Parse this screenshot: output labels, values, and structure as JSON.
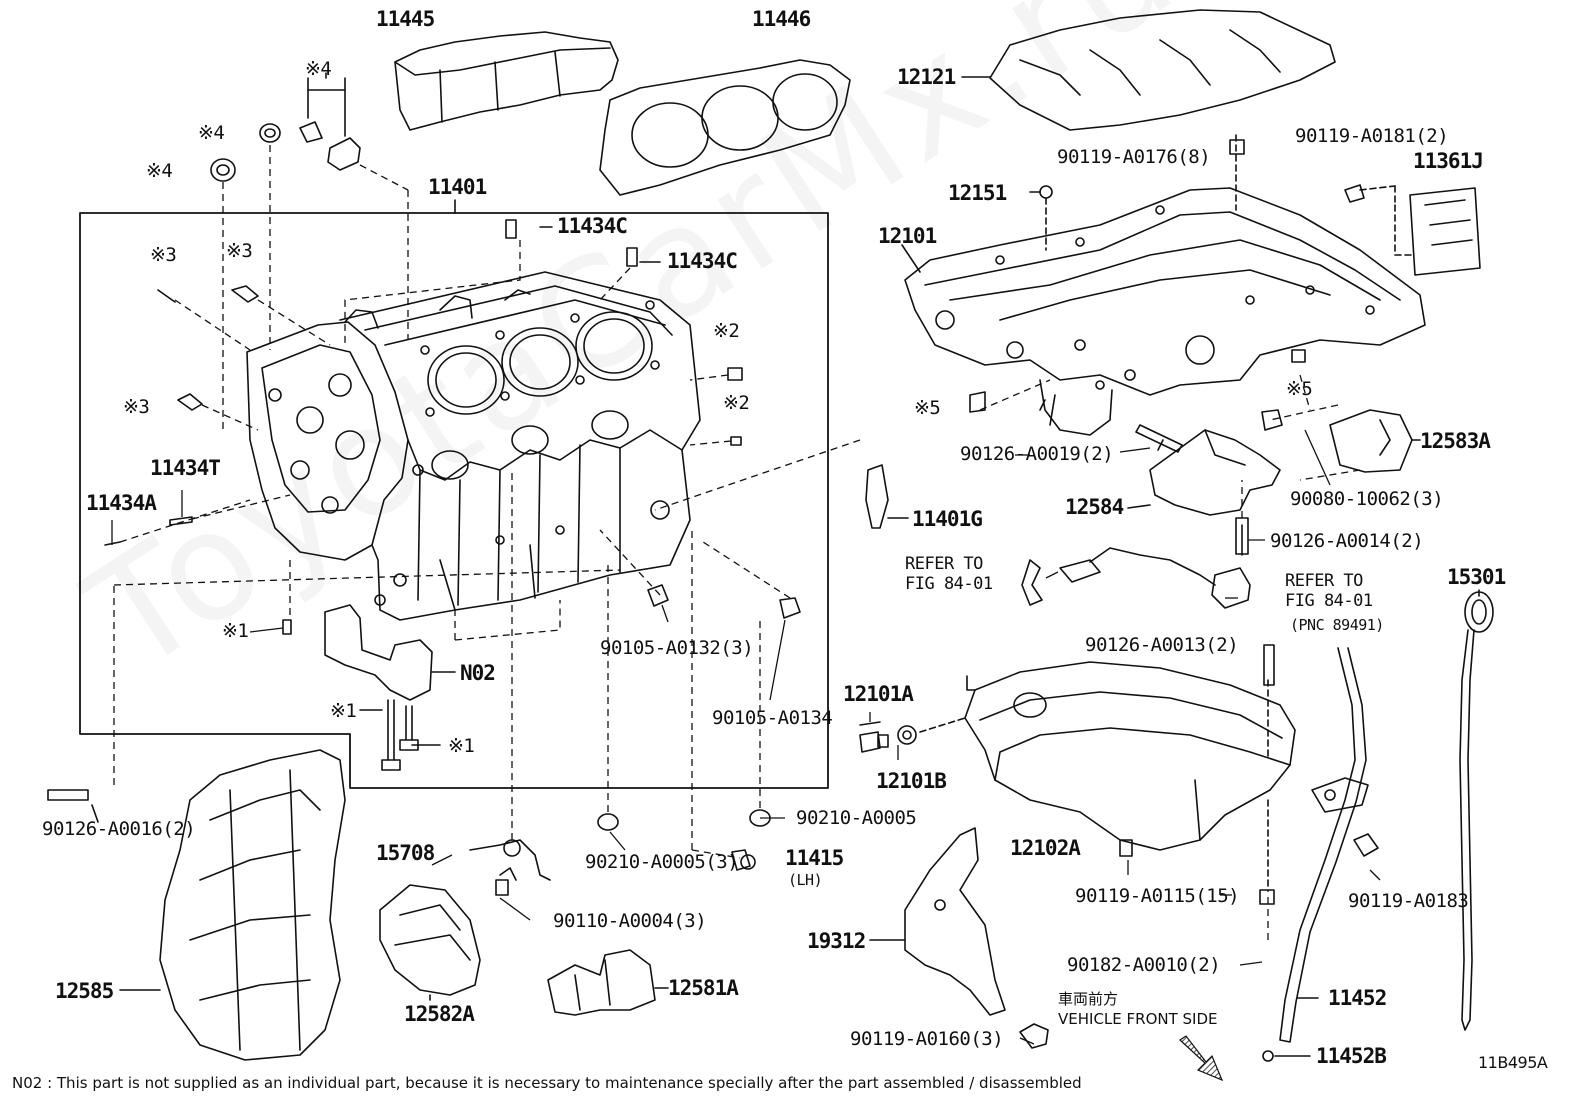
{
  "watermark": "ToyotaCarMx.ru",
  "diagram_code": "11B495A",
  "footnote": "N02 : This part is not supplied as an individual part, because it is necessary to maintenance specially after the part assembled / disassembled",
  "front": {
    "jp": "車両前方",
    "en": "VEHICLE FRONT SIDE"
  },
  "labels": {
    "p11445": "11445",
    "p11446": "11446",
    "p12121": "12121",
    "p90119_a0181": "90119-A0181(2)",
    "p90119_a0176": "90119-A0176(8)",
    "p11361j": "11361J",
    "m4_top": "※4",
    "m4_a": "※4",
    "m4_b": "※4",
    "p11401": "11401",
    "p11434c_a": "11434C",
    "p11434c_b": "11434C",
    "p12151": "12151",
    "p12101": "12101",
    "m3_a": "※3",
    "m3_b": "※3",
    "m3_c": "※3",
    "m2_a": "※2",
    "m2_b": "※2",
    "m5_a": "※5",
    "m5_b": "※5",
    "p12583a": "12583A",
    "p11434t": "11434T",
    "p11434a": "11434A",
    "p90126_a0019": "90126-A0019(2)",
    "p90080_10062": "90080-10062(3)",
    "p12584": "12584",
    "p11401g": "11401G",
    "p90126_a0014": "90126-A0014(2)",
    "refer1_a": "REFER TO",
    "refer1_b": "FIG 84-01",
    "refer2_a": "REFER TO",
    "refer2_b": "FIG 84-01",
    "refer2_c": "(PNC 89491)",
    "p15301": "15301",
    "m1_a": "※1",
    "m1_b": "※1",
    "m1_c": "※1",
    "p90105_a0132": "90105-A0132(3)",
    "p90126_a0013": "90126-A0013(2)",
    "pN02": "N02",
    "p12101a": "12101A",
    "p90105_a0134": "90105-A0134",
    "p12101b": "12101B",
    "p90126_a0016": "90126-A0016(2)",
    "p90210_a0005_a": "90210-A0005",
    "p15708": "15708",
    "p90210_a0005_b": "90210-A0005(3)",
    "p11415": "11415",
    "p11415_lh": "(LH)",
    "p12102a": "12102A",
    "p90119_a0115": "90119-A0115(15)",
    "p90119_a0183": "90119-A0183",
    "p90110_a0004": "90110-A0004(3)",
    "p19312": "19312",
    "p90182_a0010": "90182-A0010(2)",
    "p12585": "12585",
    "p12582a": "12582A",
    "p12581a": "12581A",
    "p11452": "11452",
    "p90119_a0160": "90119-A0160(3)",
    "p11452b": "11452B"
  }
}
